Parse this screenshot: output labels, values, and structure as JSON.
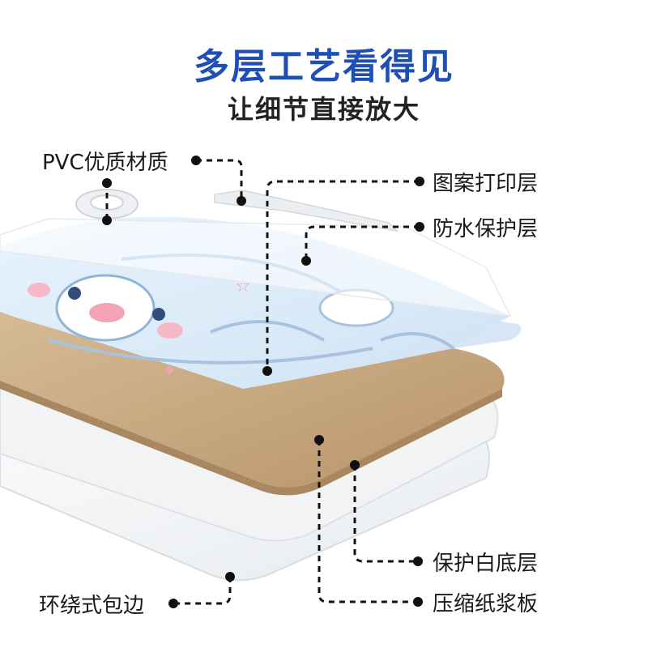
{
  "title": "多层工艺看得见",
  "subtitle": "让细节直接放大",
  "labels": {
    "pvc": "PVC优质材质",
    "print_layer": "图案打印层",
    "waterproof_layer": "防水保护层",
    "white_base_layer": "保护白底层",
    "pulp_board": "压缩纸浆板",
    "wrap_edge": "环绕式包边"
  },
  "colors": {
    "title": "#1f4fb5",
    "subtitle": "#222222",
    "board": "#c9ab86",
    "print_bg": "#e3f0fa"
  }
}
